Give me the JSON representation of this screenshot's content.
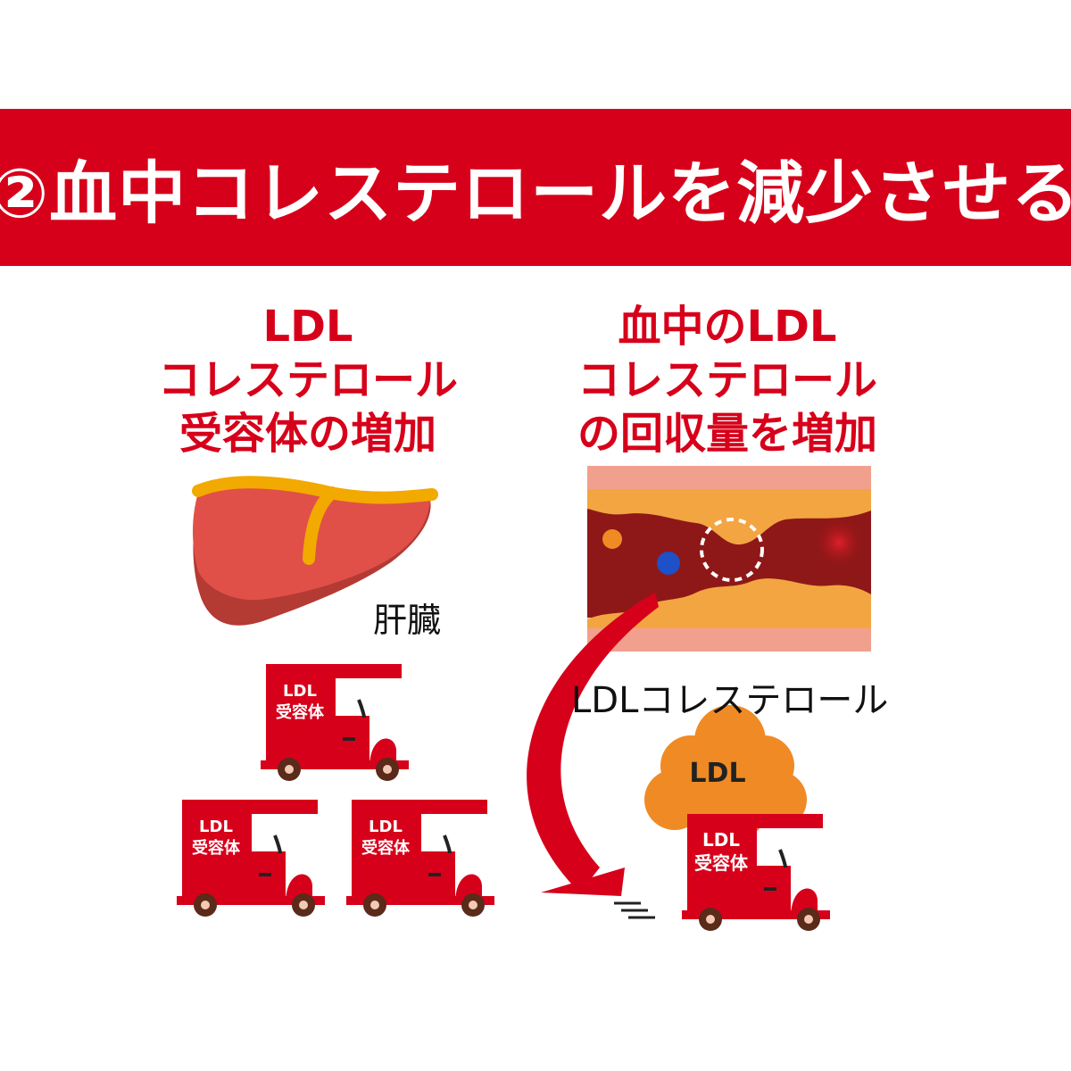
{
  "banner": {
    "title": "②血中コレステロールを減少させる"
  },
  "left": {
    "heading": [
      "LDL",
      "コレステロール",
      "受容体の増加"
    ],
    "organ_label": "肝臓",
    "truck_label": {
      "line1": "LDL",
      "line2": "受容体"
    }
  },
  "right": {
    "heading": [
      "血中のLDL",
      "コレステロール",
      "の回収量を増加"
    ],
    "vessel_label": "LDLコレステロール",
    "cargo_label": "LDL",
    "truck_label": {
      "line1": "LDL",
      "line2": "受容体"
    }
  },
  "colors": {
    "accent_red": "#d7001a",
    "liver": "#e05048",
    "gallbladder_duct": "#f2a900",
    "plaque": "#f2a541",
    "cargo": "#f08a24",
    "wheel": "#5a2a1a"
  }
}
